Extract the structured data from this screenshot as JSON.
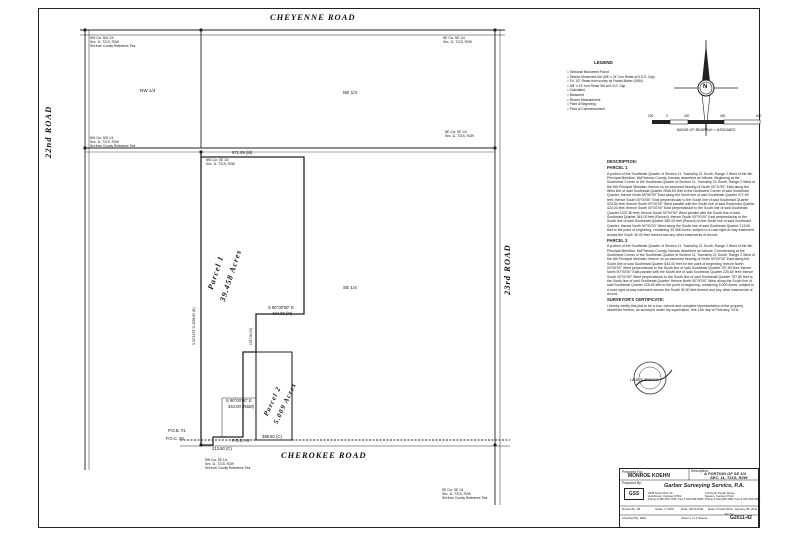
{
  "roads": {
    "north": "CHEYENNE ROAD",
    "south": "CHEROKEE ROAD",
    "west": "22nd ROAD",
    "east": "23rd ROAD"
  },
  "quarters": {
    "nw": "NW 1/4",
    "ne": "NE 1/4",
    "se": "SE 1/4"
  },
  "parcels": {
    "p1_name": "Parcel 1",
    "p1_area": "39.458 Acres",
    "p2_name": "Parcel 2",
    "p2_area": "5.009 Acres"
  },
  "dimensions": {
    "top_span": "971.69 (M)",
    "east_line": "S 90°00'00\" E",
    "east_line_len": "424.00 (M)",
    "parcel2_top": "S 90°00'00\" E",
    "parcel2_top_len": "344.00 (R&M)",
    "south_left": "213.60 (C)",
    "south_right": "385.60 (C)",
    "west_long": "S 00°11'53\" E  2058.89 (M)",
    "mid_vertical": "1337.80 (M)"
  },
  "points": {
    "pob1": "P.O.B. #1",
    "poc": "P.O.C. #2",
    "pob2": "P.O.B. #2"
  },
  "corner_notes": {
    "nw": "NW Cor. NW 1/4\nSec. 11, T21S, R2W\nSet from County Reference Ties",
    "ne": "NE Cor. NE 1/4\nSec. 11, T21S, R2W",
    "w": "NW Cor. SW 1/4\nSec. 11, T21S, R2W\nSet from County Reference Ties",
    "e": "NE Cor. SE 1/4\nSec. 11, T21S, R2W",
    "c": "NW Cor. SE 1/4\nSec. 11, T21S, R2W",
    "sw": "SW Cor. SE 1/4\nSec. 11, T21S, R2W\nSet from County Reference Ties",
    "se": "SE Cor. SE 1/4\nSec. 11, T21S, R2W\nSet from County Reference Ties"
  },
  "legend": {
    "title": "LEGEND",
    "items": [
      "= Sectional Monument Found",
      "= Section Monument Set (5/8\" x 24\" Iron Rebar w/G.S.S. Cap)",
      "= Fd. 1/2\" Rebar from survey by Franks Maher (1984)",
      "= 5/8\" x 24\" Iron Rebar Set w/G.S.S. Cap",
      "= Calculated",
      "= Measured",
      "= Record Measurement",
      "= Point of Beginning",
      "= Point of Commencement"
    ]
  },
  "scale": {
    "ticks": [
      "200",
      "0",
      "200",
      "400",
      "600"
    ],
    "note": "BASIS OF BEARING = ASSUMED",
    "north": "N"
  },
  "description": {
    "title": "DESCRIPTION:",
    "parcel1_head": "PARCEL 1",
    "parcel1": "A portion of the Southeast Quarter of Section 11, Township 21 South, Range 2 West of the 6th Principal Meridian, McPherson County, Kansas described as follows: Beginning at the Southwest Corner of the Southeast Quarter of Section 11, Township 21 South, Range 2 West of the 6th Principal Meridian; thence on an assumed bearing of North 00°11'53\" East along the West line of said Southeast Quarter 2638.63 feet to the Northwest Corner of said Southeast Quarter; thence North 89°50'39\" East along the North line of said Southeast Quarter 971.69 feet; thence South 00°00'00\" East perpendicular to the South line of said Southeast Quarter 923.84 feet; thence South 90°00'00\" West parallel with the South line of said Southeast Quarter 424.00 feet; thence South 00°00'00\" East perpendicular to the South line of said Southeast Quarter 1337.80 feet; thence South 90°00'00\" West parallel with the South line of said Southeast Quarter 344.00 feet (Record); thence South 00°00'00\" East perpendicular to the South line of said Southeast Quarter 380.00 feet (Record) to the South line of said Southeast Quarter; thence North 90°00'00\" West along the South line of said Southeast Quarter 213.60 feet to the point of beginning, containing 39.458 Acres, subject to a road right-of-way easement across the South 30.00 feet thereof and any other easements of record.",
    "parcel2_head": "PARCEL 2",
    "parcel2": "A portion of the Southeast Quarter of Section 11, Township 21 South, Range 2 West of the 6th Principal Meridian, McPherson County, Kansas described as follows: Commencing at the Southwest Corner of the Southeast Quarter of Section 11, Township 21 South, Range 2 West of the 6th Principal Meridian; thence on an assumed bearing of North 90°00'00\" East along the South line of said Southeast Quarter 643.00 feet for the point of beginning; thence North 00°00'00\" West perpendicular to the South line of said Southeast Quarter 757.80 feet; thence North 90°00'00\" East parallel with the South line of said Southeast Quarter 225.60 feet; thence South 00°00'00\" West perpendicular to the South line of said Southeast Quarter 757.80 feet to the South line of said Southeast Quarter; thence North 90°00'00\" West along the South line of said Southeast Quarter 225.60 feet to the point of beginning, containing 5.009 Acres, subject to a road right-of-way easement across the South 30.00 feet thereof and any other easements of record.",
    "cert_head": "SURVEYOR'S CERTIFICATE:",
    "cert": "I hereby certify this plat to be a true, correct and complete representation of the property described hereon, as surveyed under my supervision, this 11th day of February, 2011."
  },
  "seal": {
    "line1": "LAND SURVEYOR"
  },
  "title_block": {
    "prepared_for_label": "Prepared For:",
    "prepared_for": "MONROE KOEHN",
    "description_label": "Description:",
    "description": "A PORTION OF SE 1/4",
    "description2": "SEC. 11, T21S, R2W",
    "company_label": "Prepared By:",
    "company": "Garber Surveying Service, P.A.",
    "logo": "GSS",
    "office1": "2908 North Plum St.\nHutchinson, Kansas 67502\nPhone # 620-665-7032  Fax # 620-669-5095",
    "office2": "110 North Poplar Street\nNewton, Kansas 67114\nPhone # 316-283-1560  Fax # 316-283-6069",
    "drawn_by": "Drawn By: JB",
    "scale": "Scale: 1\"=200'",
    "date": "Date: 02/11/2011",
    "field_date": "Date of Field Work: January 28, 2011",
    "checked": "Checked By: DEG",
    "sheet": "Sheet 1 of 1 Sheets",
    "job": "Job No.:",
    "job_no": "G2011-42"
  }
}
